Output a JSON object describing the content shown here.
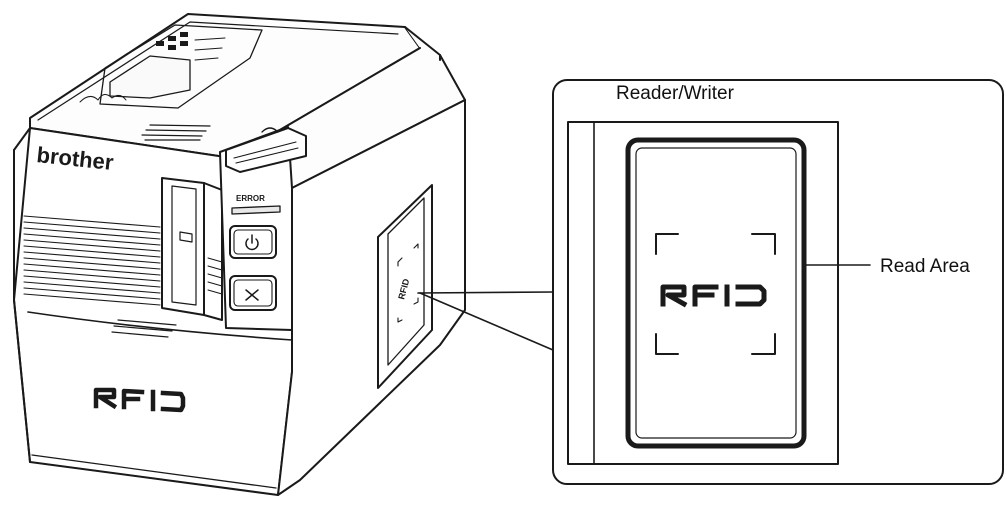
{
  "labels": {
    "reader_writer": "Reader/Writer",
    "read_area": "Read Area"
  },
  "device": {
    "brand": "brother",
    "error_label": "ERROR",
    "front_mark": "RFID",
    "side_mark": "RFID"
  },
  "detail": {
    "mark": "RFID"
  }
}
